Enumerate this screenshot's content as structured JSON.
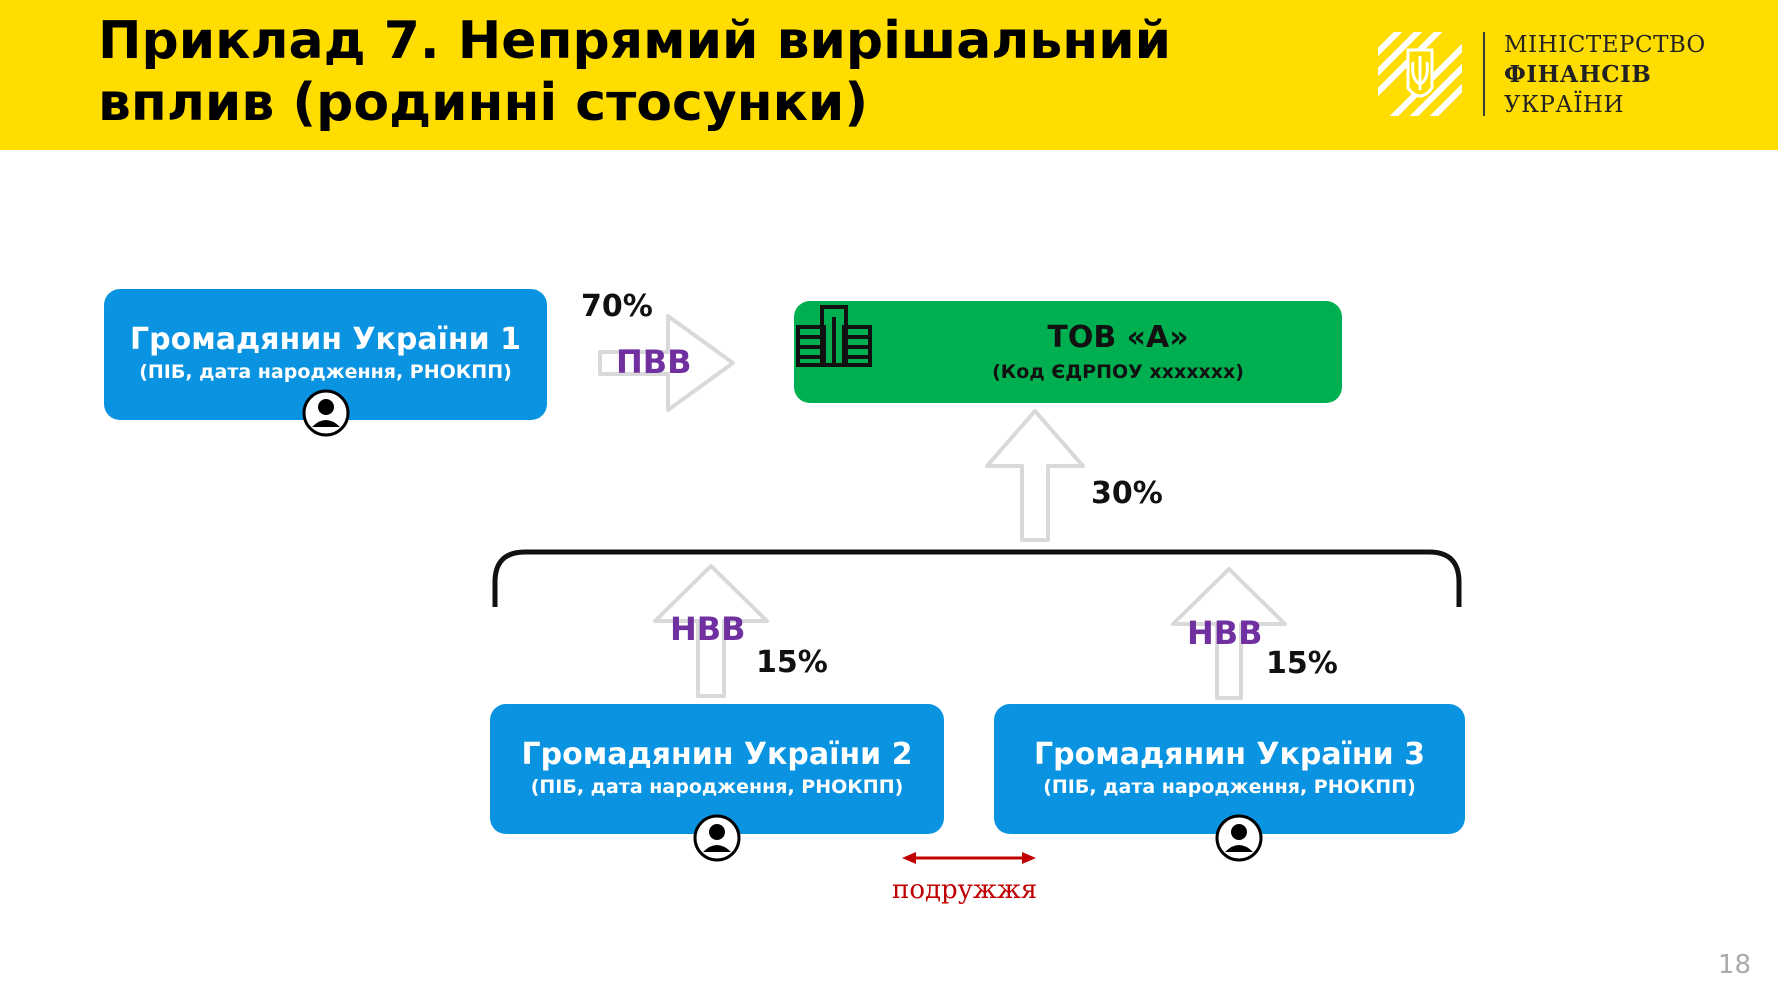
{
  "header": {
    "title_line1": "Приклад 7. Непрямий вирішальний",
    "title_line2": "вплив (родинні стосунки)",
    "logo_lines": [
      "МІНІСТЕРСТВО",
      "ФІНАНСІВ",
      "УКРАЇНИ"
    ]
  },
  "colors": {
    "header_bg": "#FFDD00",
    "person_box": "#0A93E0",
    "company_box": "#00B050",
    "relation_label": "#7030A0",
    "spouse_arrow": "#C00000"
  },
  "diagram": {
    "company": {
      "name": "ТОВ «А»",
      "code": "(Код ЄДРПОУ xxxxxxx)",
      "icon": "building-icon"
    },
    "citizen1": {
      "name": "Громадянин України 1",
      "details": "(ПІБ, дата народження, РНОКПП)",
      "icon": "person-icon"
    },
    "citizen2": {
      "name": "Громадянин України 2",
      "details": "(ПІБ, дата народження, РНОКПП)",
      "icon": "person-icon"
    },
    "citizen3": {
      "name": "Громадянин України 3",
      "details": "(ПІБ, дата народження, РНОКПП)",
      "icon": "person-icon"
    },
    "edges": {
      "c1_share": "70%",
      "c1_type": "ПВВ",
      "group_share": "30%",
      "c2_share": "15%",
      "c2_type": "НВВ",
      "c3_share": "15%",
      "c3_type": "НВВ",
      "spouse_label": "подружжя"
    }
  },
  "page_number": "18"
}
